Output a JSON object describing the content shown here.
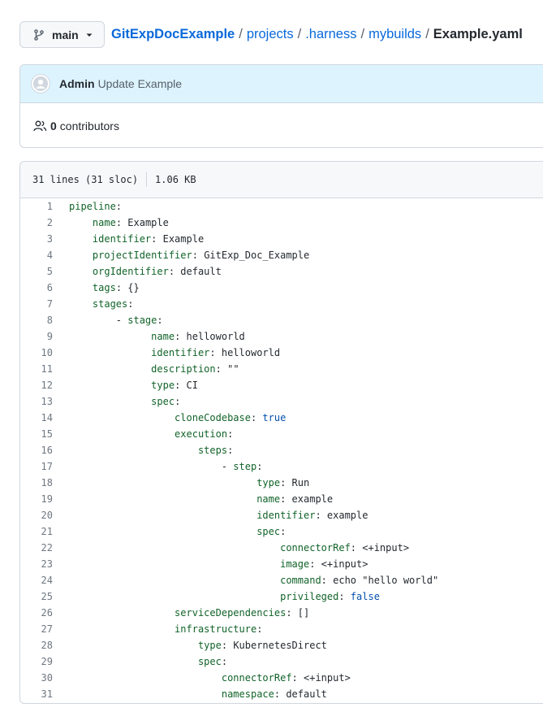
{
  "branch": {
    "label": "main",
    "icon": "git-branch-icon",
    "caret_icon": "triangle-down-icon"
  },
  "breadcrumb": {
    "repo": "GitExpDocExample",
    "sep1": "/",
    "folder1": "projects",
    "sep2": "/",
    "folder2": ".harness",
    "sep3": "/",
    "folder3": "mybuilds",
    "sep4": "/",
    "file": "Example.yaml"
  },
  "commit": {
    "author": "Admin",
    "message": "Update Example",
    "avatar_icon": "github-avatar-icon"
  },
  "contributors": {
    "count": "0",
    "label": "contributors",
    "icon": "people-icon"
  },
  "file_info": {
    "lines": "31 lines (31 sloc)",
    "size": "1.06 KB"
  },
  "colors": {
    "link": "#0969da",
    "key": "#116329",
    "bool": "#0550ae",
    "commit_bg": "#ddf4ff"
  },
  "code_lines": [
    {
      "n": "1",
      "indent": "",
      "key": "pipeline",
      "sep": ":",
      "val": "",
      "cls": ""
    },
    {
      "n": "2",
      "indent": "    ",
      "key": "name",
      "sep": ": ",
      "val": "Example",
      "cls": ""
    },
    {
      "n": "3",
      "indent": "    ",
      "key": "identifier",
      "sep": ": ",
      "val": "Example",
      "cls": ""
    },
    {
      "n": "4",
      "indent": "    ",
      "key": "projectIdentifier",
      "sep": ": ",
      "val": "GitExp_Doc_Example",
      "cls": ""
    },
    {
      "n": "5",
      "indent": "    ",
      "key": "orgIdentifier",
      "sep": ": ",
      "val": "default",
      "cls": ""
    },
    {
      "n": "6",
      "indent": "    ",
      "key": "tags",
      "sep": ": ",
      "val": "{}",
      "cls": ""
    },
    {
      "n": "7",
      "indent": "    ",
      "key": "stages",
      "sep": ":",
      "val": "",
      "cls": ""
    },
    {
      "n": "8",
      "indent": "        - ",
      "key": "stage",
      "sep": ":",
      "val": "",
      "cls": ""
    },
    {
      "n": "9",
      "indent": "              ",
      "key": "name",
      "sep": ": ",
      "val": "helloworld",
      "cls": ""
    },
    {
      "n": "10",
      "indent": "              ",
      "key": "identifier",
      "sep": ": ",
      "val": "helloworld",
      "cls": ""
    },
    {
      "n": "11",
      "indent": "              ",
      "key": "description",
      "sep": ": ",
      "val": "\"\"",
      "cls": ""
    },
    {
      "n": "12",
      "indent": "              ",
      "key": "type",
      "sep": ": ",
      "val": "CI",
      "cls": ""
    },
    {
      "n": "13",
      "indent": "              ",
      "key": "spec",
      "sep": ":",
      "val": "",
      "cls": ""
    },
    {
      "n": "14",
      "indent": "                  ",
      "key": "cloneCodebase",
      "sep": ": ",
      "val": "true",
      "cls": "b"
    },
    {
      "n": "15",
      "indent": "                  ",
      "key": "execution",
      "sep": ":",
      "val": "",
      "cls": ""
    },
    {
      "n": "16",
      "indent": "                      ",
      "key": "steps",
      "sep": ":",
      "val": "",
      "cls": ""
    },
    {
      "n": "17",
      "indent": "                          - ",
      "key": "step",
      "sep": ":",
      "val": "",
      "cls": ""
    },
    {
      "n": "18",
      "indent": "                                ",
      "key": "type",
      "sep": ": ",
      "val": "Run",
      "cls": ""
    },
    {
      "n": "19",
      "indent": "                                ",
      "key": "name",
      "sep": ": ",
      "val": "example",
      "cls": ""
    },
    {
      "n": "20",
      "indent": "                                ",
      "key": "identifier",
      "sep": ": ",
      "val": "example",
      "cls": ""
    },
    {
      "n": "21",
      "indent": "                                ",
      "key": "spec",
      "sep": ":",
      "val": "",
      "cls": ""
    },
    {
      "n": "22",
      "indent": "                                    ",
      "key": "connectorRef",
      "sep": ": ",
      "val": "<+input>",
      "cls": ""
    },
    {
      "n": "23",
      "indent": "                                    ",
      "key": "image",
      "sep": ": ",
      "val": "<+input>",
      "cls": ""
    },
    {
      "n": "24",
      "indent": "                                    ",
      "key": "command",
      "sep": ": ",
      "val": "echo \"hello world\"",
      "cls": ""
    },
    {
      "n": "25",
      "indent": "                                    ",
      "key": "privileged",
      "sep": ": ",
      "val": "false",
      "cls": "b"
    },
    {
      "n": "26",
      "indent": "                  ",
      "key": "serviceDependencies",
      "sep": ": ",
      "val": "[]",
      "cls": ""
    },
    {
      "n": "27",
      "indent": "                  ",
      "key": "infrastructure",
      "sep": ":",
      "val": "",
      "cls": ""
    },
    {
      "n": "28",
      "indent": "                      ",
      "key": "type",
      "sep": ": ",
      "val": "KubernetesDirect",
      "cls": ""
    },
    {
      "n": "29",
      "indent": "                      ",
      "key": "spec",
      "sep": ":",
      "val": "",
      "cls": ""
    },
    {
      "n": "30",
      "indent": "                          ",
      "key": "connectorRef",
      "sep": ": ",
      "val": "<+input>",
      "cls": ""
    },
    {
      "n": "31",
      "indent": "                          ",
      "key": "namespace",
      "sep": ": ",
      "val": "default",
      "cls": ""
    }
  ]
}
